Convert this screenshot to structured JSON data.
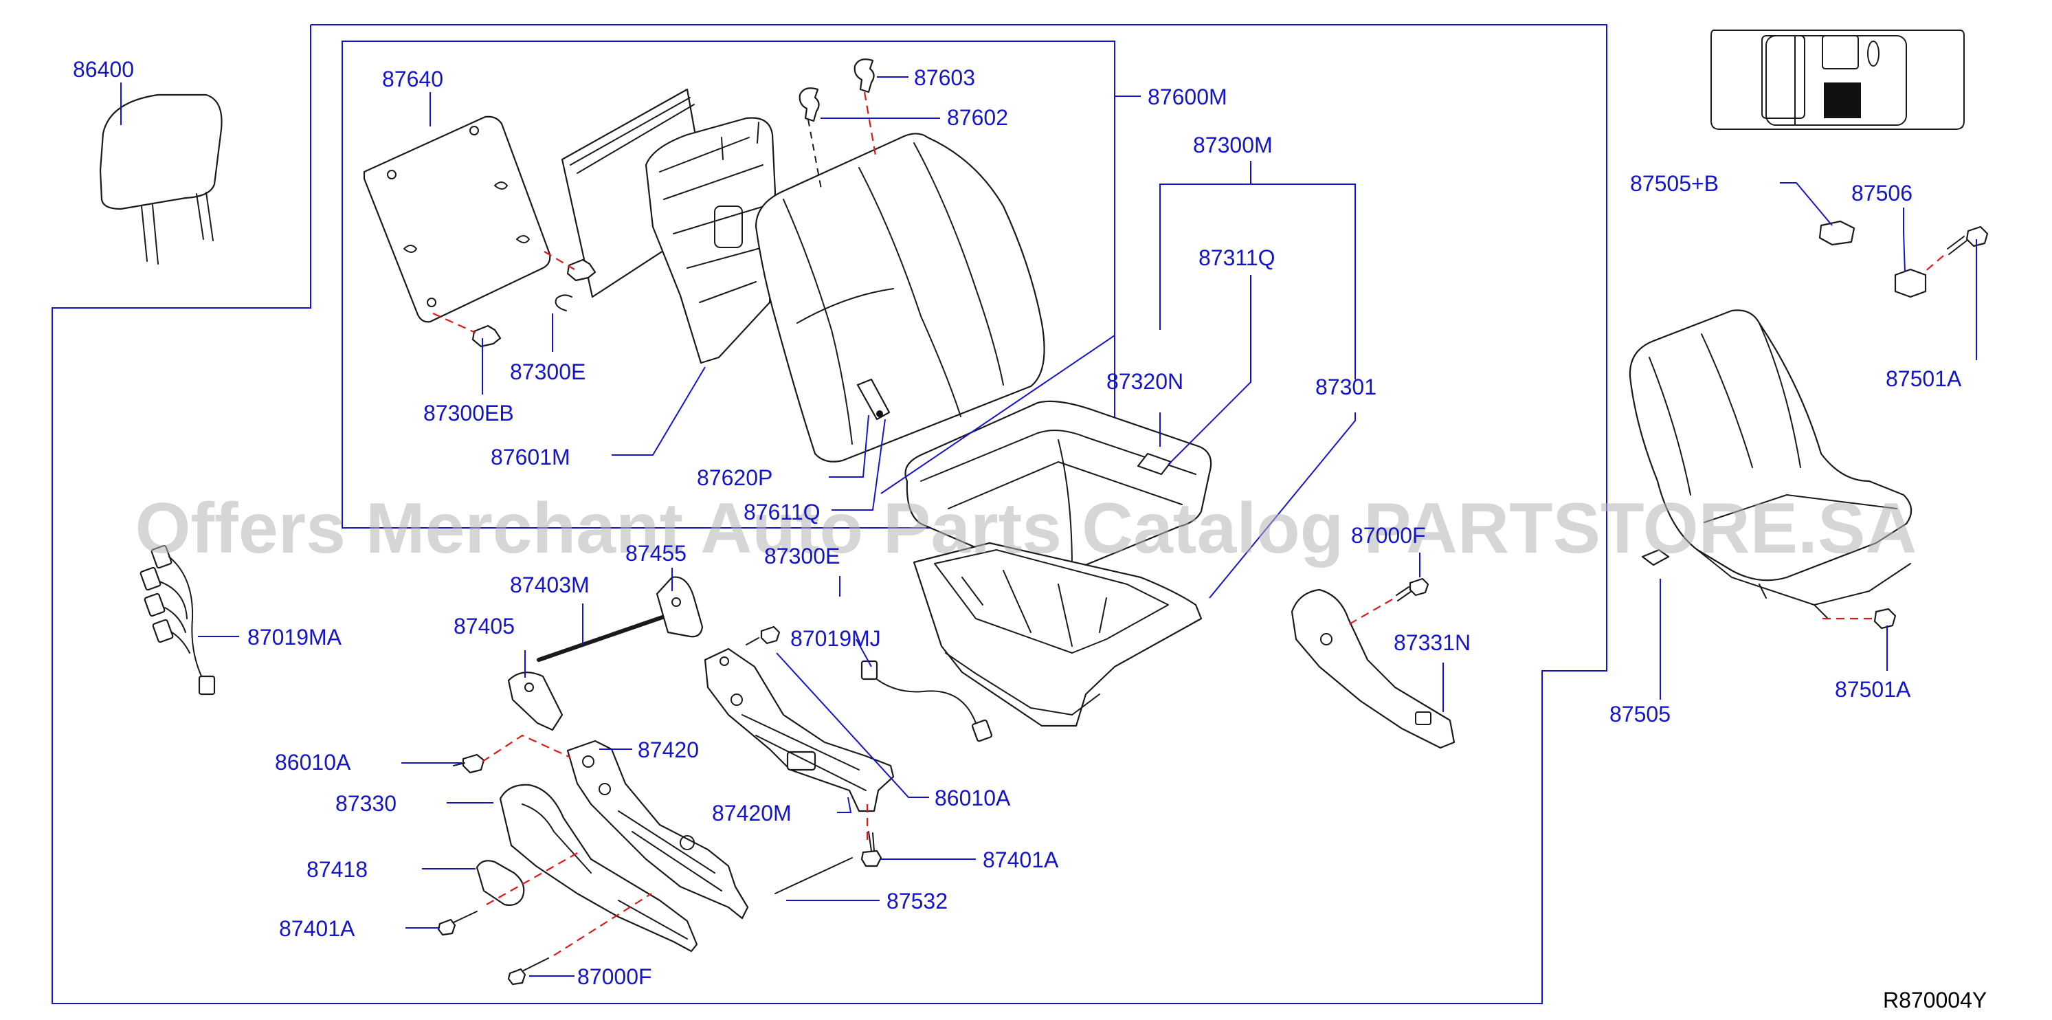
{
  "diagram": {
    "reference_code": "R870004Y",
    "watermark": "Offers Merchant Auto Parts Catalog PARTSTORE.SA",
    "callouts": [
      {
        "id": "c1",
        "text": "86400"
      },
      {
        "id": "c2",
        "text": "87640"
      },
      {
        "id": "c3",
        "text": "87603"
      },
      {
        "id": "c4",
        "text": "87602"
      },
      {
        "id": "c5",
        "text": "87600M"
      },
      {
        "id": "c6",
        "text": "87300M"
      },
      {
        "id": "c7",
        "text": "87311Q"
      },
      {
        "id": "c8",
        "text": "87300E"
      },
      {
        "id": "c9",
        "text": "87300EB"
      },
      {
        "id": "c10",
        "text": "87601M"
      },
      {
        "id": "c11",
        "text": "87320N"
      },
      {
        "id": "c12",
        "text": "87301"
      },
      {
        "id": "c13",
        "text": "87620P"
      },
      {
        "id": "c14",
        "text": "87611Q"
      },
      {
        "id": "c15",
        "text": "87455"
      },
      {
        "id": "c16",
        "text": "87300E"
      },
      {
        "id": "c17",
        "text": "87000F"
      },
      {
        "id": "c18",
        "text": "87403M"
      },
      {
        "id": "c19",
        "text": "87405"
      },
      {
        "id": "c20",
        "text": "87019MA"
      },
      {
        "id": "c21",
        "text": "87019MJ"
      },
      {
        "id": "c22",
        "text": "87331N"
      },
      {
        "id": "c23",
        "text": "87420"
      },
      {
        "id": "c24",
        "text": "86010A"
      },
      {
        "id": "c25",
        "text": "87330"
      },
      {
        "id": "c26",
        "text": "86010A"
      },
      {
        "id": "c27",
        "text": "87420M"
      },
      {
        "id": "c28",
        "text": "87401A"
      },
      {
        "id": "c29",
        "text": "87418"
      },
      {
        "id": "c30",
        "text": "87532"
      },
      {
        "id": "c31",
        "text": "87401A"
      },
      {
        "id": "c32",
        "text": "87000F"
      },
      {
        "id": "c33",
        "text": "87505+B"
      },
      {
        "id": "c34",
        "text": "87506"
      },
      {
        "id": "c35",
        "text": "87501A"
      },
      {
        "id": "c36",
        "text": "87505"
      },
      {
        "id": "c37",
        "text": "87501A"
      }
    ]
  }
}
